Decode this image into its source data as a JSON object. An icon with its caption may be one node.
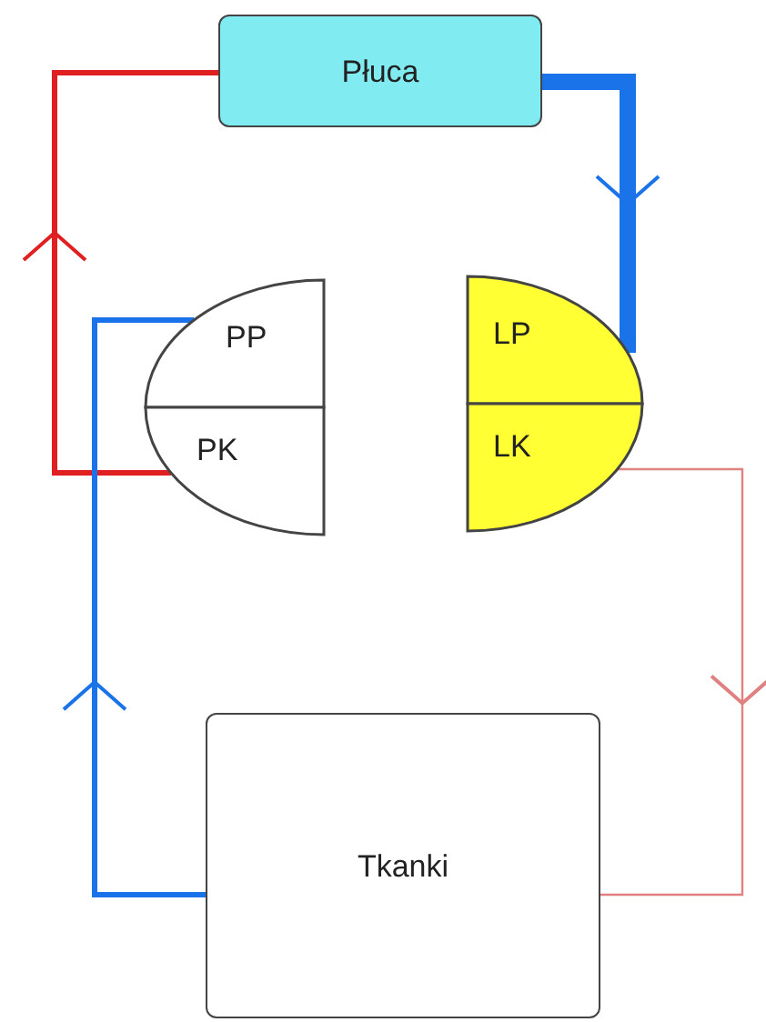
{
  "diagram": {
    "nodes": [
      {
        "text": [
          "Płuca"
        ]
      },
      {
        "text": [
          "PP"
        ]
      },
      {
        "text": [
          "LP"
        ]
      },
      {
        "text": [
          "PK"
        ]
      },
      {
        "text": [
          "LK"
        ]
      },
      {
        "text": [
          "Tkanki"
        ]
      }
    ],
    "edges": [
      {
        "from": 3,
        "to": 0,
        "arrow": "to",
        "color": "#e02020"
      },
      {
        "from": 0,
        "to": 2,
        "arrow": "to",
        "style": "thick",
        "color": "#1a73e8"
      },
      {
        "from": 4,
        "to": 5,
        "arrow": "to",
        "color": "#e08080"
      },
      {
        "from": 5,
        "to": 1,
        "arrow": "to",
        "color": "#1a73e8"
      }
    ]
  }
}
